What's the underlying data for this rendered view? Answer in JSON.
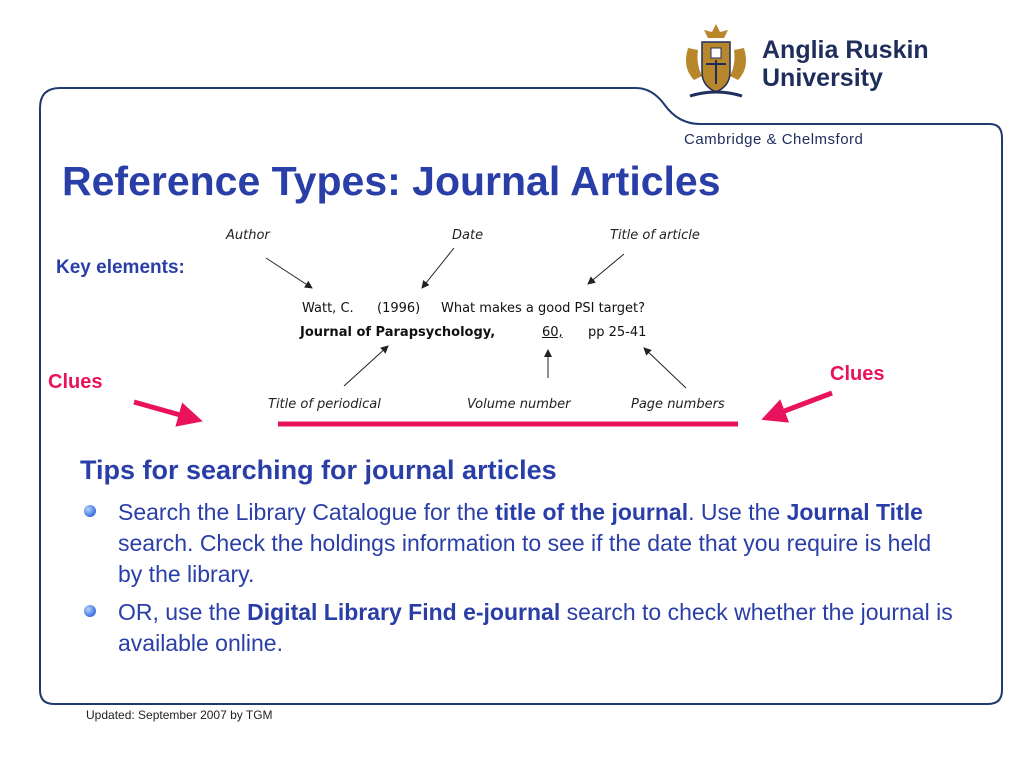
{
  "logo": {
    "name_line1": "Anglia Ruskin",
    "name_line2": "University",
    "campus": "Cambridge & Chelmsford",
    "colors": {
      "navy": "#1f2d5c",
      "gold": "#b8862b"
    }
  },
  "slide": {
    "title": "Reference Types: Journal Articles",
    "key_elements_label": "Key elements:",
    "clues_left": "Clues",
    "clues_right": "Clues"
  },
  "reference_diagram": {
    "labels_top": {
      "author": "Author",
      "date": "Date",
      "title_of_article": "Title of article"
    },
    "citation": {
      "author": "Watt, C.",
      "year": "(1996)",
      "article_title": "What makes a good PSI target?",
      "journal": "Journal of Parapsychology,",
      "volume": "60,",
      "pages": "pp 25-41"
    },
    "labels_bottom": {
      "title_of_periodical": "Title of periodical",
      "volume_number": "Volume number",
      "page_numbers": "Page numbers"
    }
  },
  "tips": {
    "heading": "Tips for searching for journal articles",
    "bullets": [
      {
        "pre": "Search the Library Catalogue for the ",
        "bold1": "title of the journal",
        "mid": ". Use the ",
        "bold2": "Journal Title",
        "post": " search. Check the holdings information to see if the date that you require is held by the library."
      },
      {
        "pre": "OR, use the ",
        "bold1": "Digital Library Find e-journal",
        "post": " search to check whether the journal is available online."
      }
    ]
  },
  "footer": {
    "updated": "Updated: September 2007 by TGM"
  },
  "colors": {
    "title_blue": "#2a3ea8",
    "clue_pink": "#e8135c",
    "frame_navy": "#1f3a6e"
  }
}
